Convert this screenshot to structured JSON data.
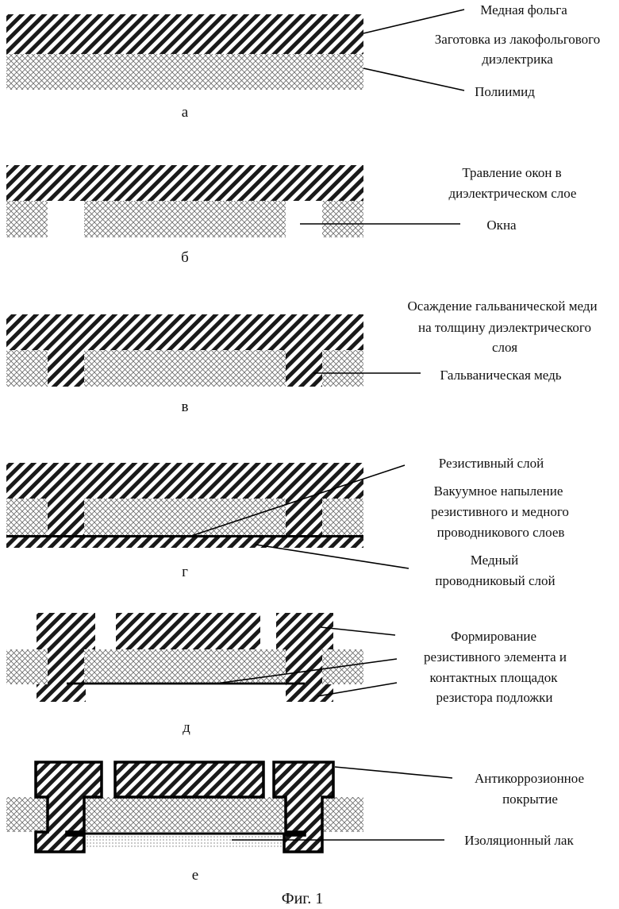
{
  "figure": {
    "caption": "Фиг. 1",
    "panels": [
      {
        "letter": "а",
        "labels": [
          "Медная фольга",
          "Заготовка из лакофольгового",
          "диэлектрика",
          "Полиимид"
        ]
      },
      {
        "letter": "б",
        "labels": [
          "Травление окон в",
          "диэлектрическом слое",
          "Окна"
        ]
      },
      {
        "letter": "в",
        "labels": [
          "Осаждение гальванической меди",
          "на толщину диэлектрического",
          "слоя",
          "Гальваническая медь"
        ]
      },
      {
        "letter": "г",
        "labels": [
          "Резистивный слой",
          "Вакуумное напыление",
          "резистивного и медного",
          "проводникового слоев",
          "Медный",
          "проводниковый слой"
        ]
      },
      {
        "letter": "д",
        "labels": [
          "Формирование",
          "резистивного элемента и",
          "контактных площадок",
          "резистора подложки"
        ]
      },
      {
        "letter": "е",
        "labels": [
          "Антикоррозионное",
          "покрытие",
          "Изоляционный лак"
        ]
      }
    ]
  }
}
